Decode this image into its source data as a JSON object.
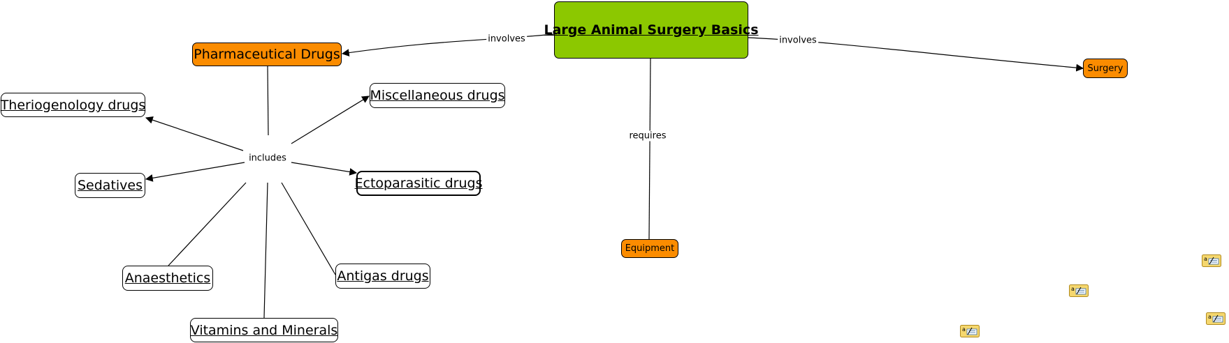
{
  "nodes": {
    "main": "Large Animal Surgery Basics",
    "pharma": "Pharmaceutical Drugs",
    "surgery": "Surgery",
    "equipment": "Equipment",
    "misc": "Miscellaneous drugs",
    "therio": "Theriogenology drugs",
    "sedatives": "Sedatives",
    "ecto": "Ectoparasitic drugs",
    "anaesthetics": "Anaesthetics",
    "antigas": "Antigas drugs",
    "vitamins": "Vitamins and Minerals"
  },
  "links": {
    "involves_left": "involves",
    "involves_right": "involves",
    "requires": "requires",
    "includes": "includes"
  },
  "icons": [
    "note-icon",
    "note-icon",
    "note-icon",
    "note-icon"
  ],
  "colors": {
    "main": "#8cc800",
    "concept": "#fb8c00",
    "note": "#f5d76e"
  }
}
